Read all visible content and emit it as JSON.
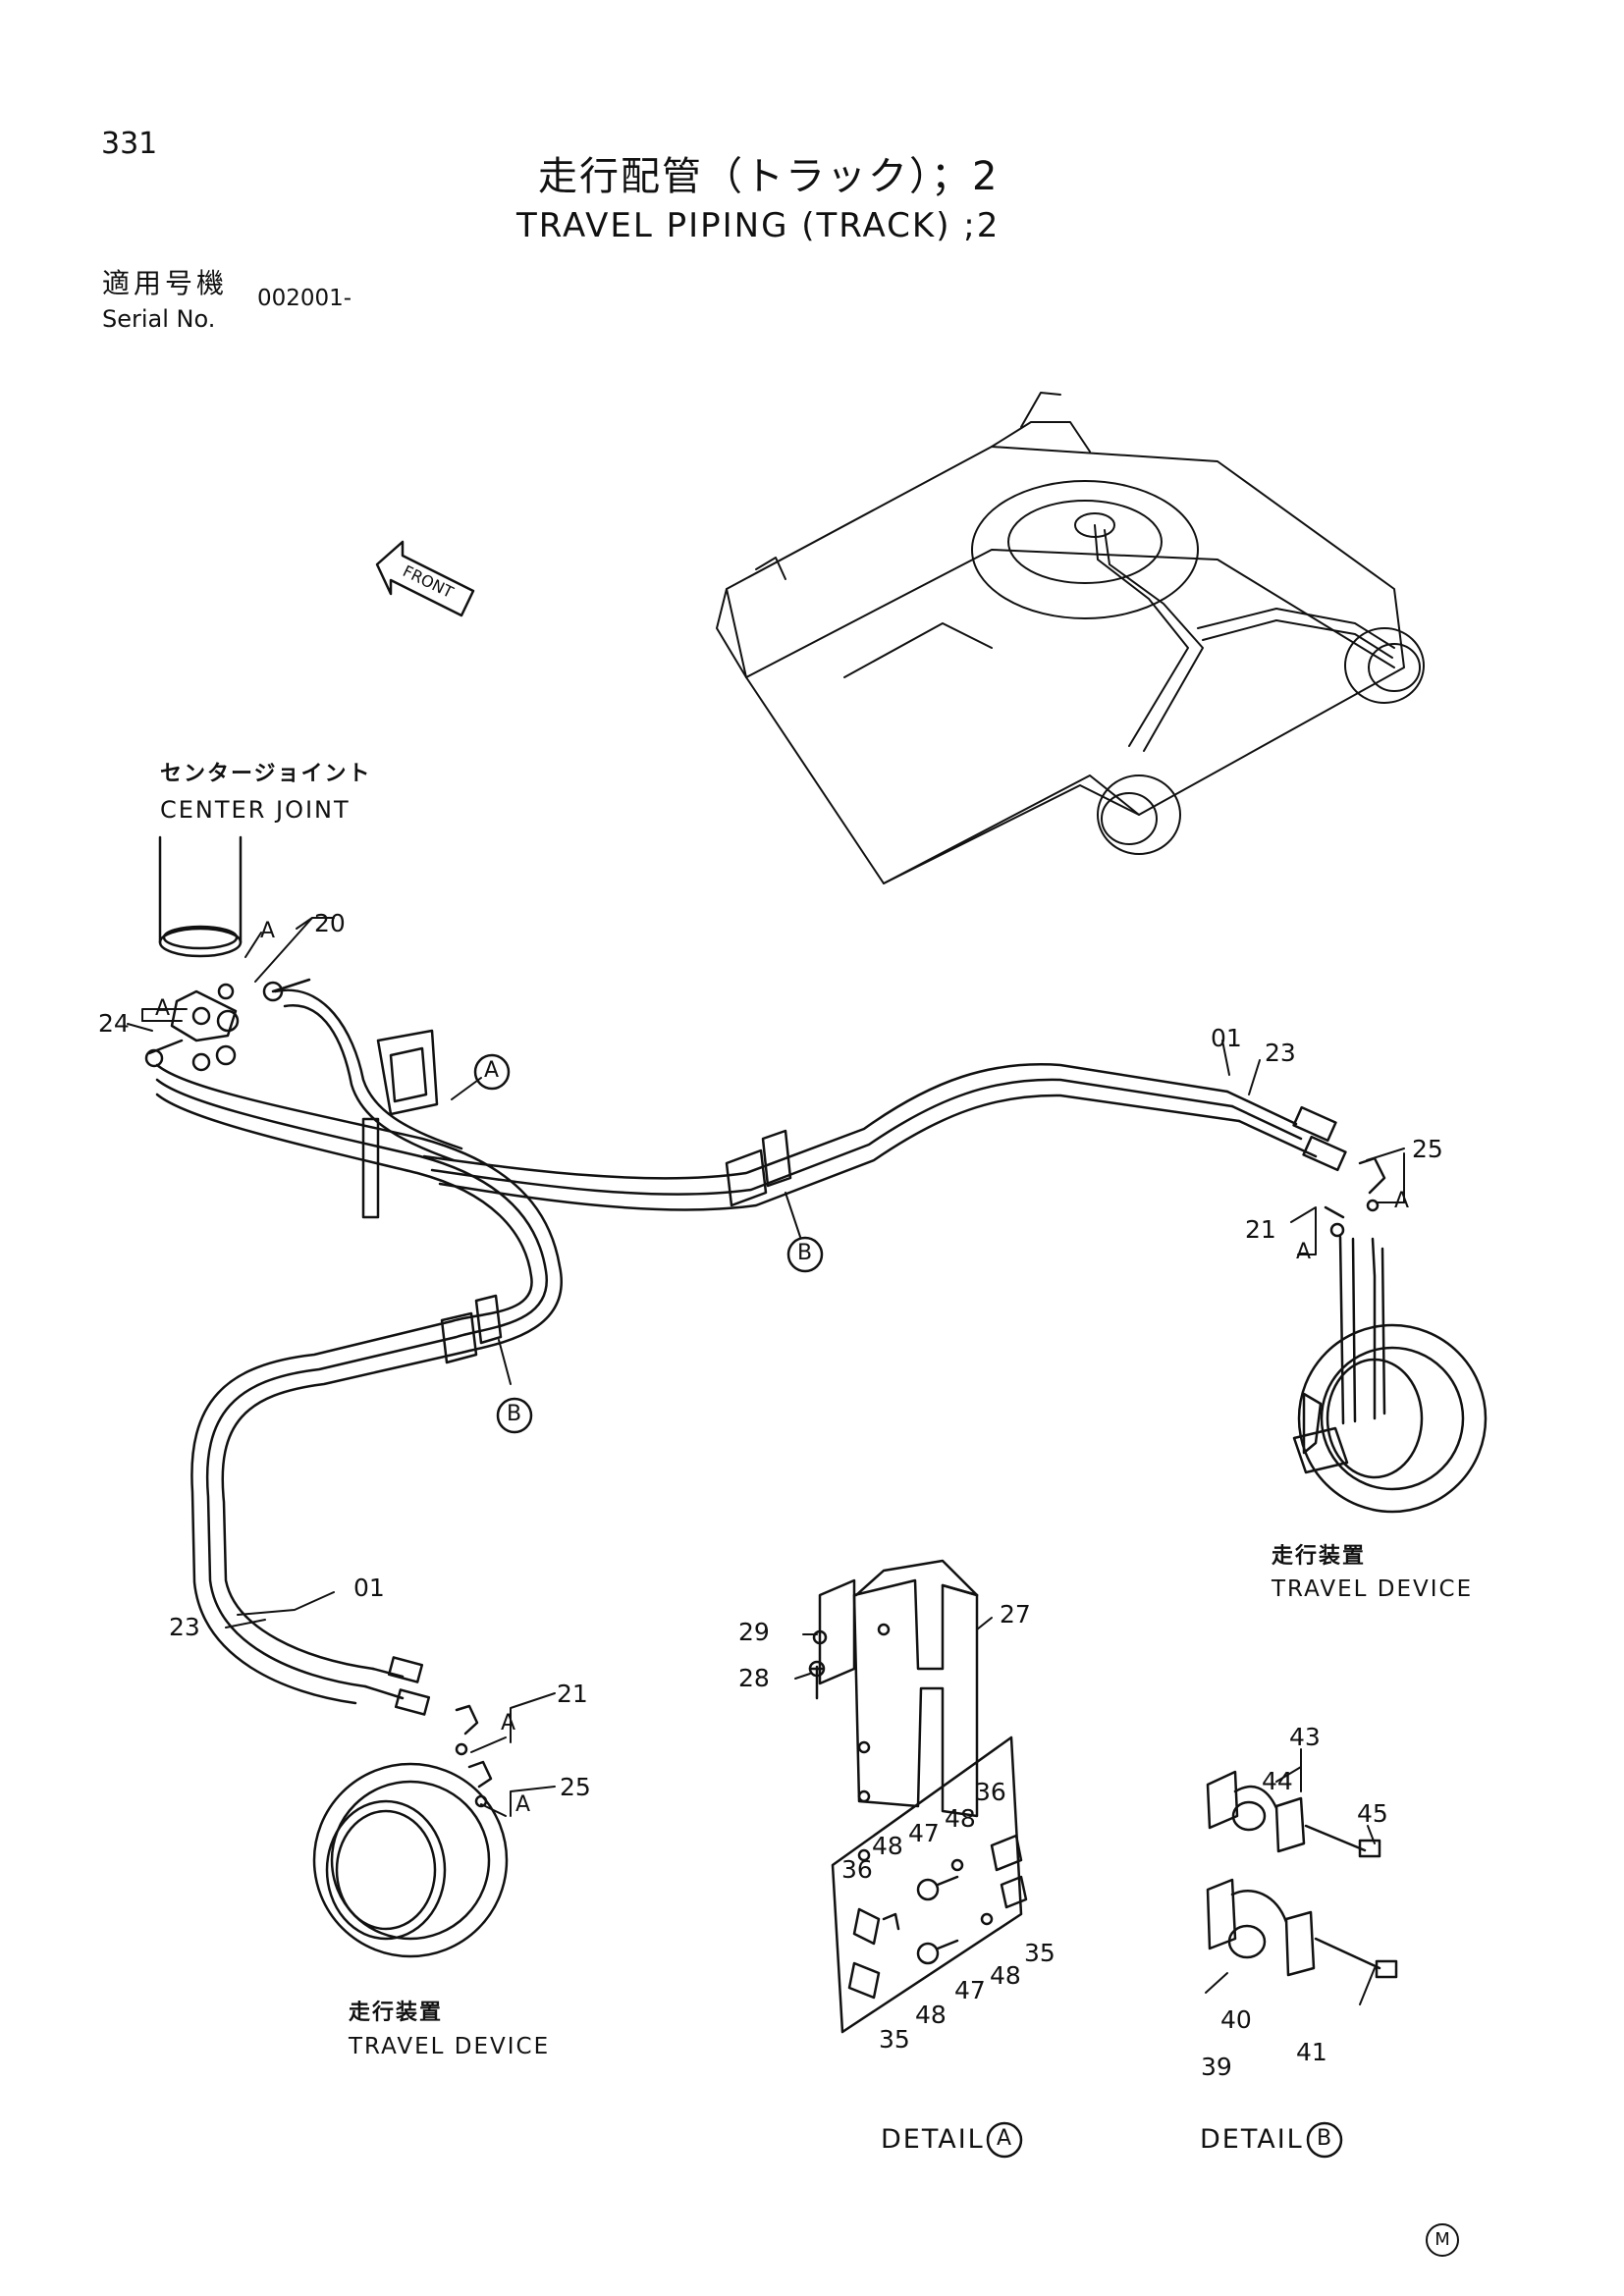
{
  "page_number": "331",
  "title_jp": "走行配管（トラック）；2",
  "title_en": "TRAVEL PIPING (TRACK) ;2",
  "serial": {
    "label_jp": "適用号機",
    "label_en": "Serial No.",
    "value": "002001-"
  },
  "labels": {
    "center_joint_jp": "センタージョイント",
    "center_joint_en": "CENTER JOINT",
    "travel_device_jp": "走行装置",
    "travel_device_en": "TRAVEL DEVICE",
    "front": "FRONT",
    "detail_a": "DETAIL",
    "detail_b": "DETAIL",
    "a": "A",
    "b": "B",
    "mark": "M"
  },
  "part_numbers": {
    "p01": "01",
    "p20": "20",
    "p21": "21",
    "p23": "23",
    "p24": "24",
    "p25": "25",
    "p27": "27",
    "p28": "28",
    "p29": "29",
    "p35": "35",
    "p36": "36",
    "p39": "39",
    "p40": "40",
    "p41": "41",
    "p43": "43",
    "p44": "44",
    "p45": "45",
    "p47": "47",
    "p48": "48"
  }
}
